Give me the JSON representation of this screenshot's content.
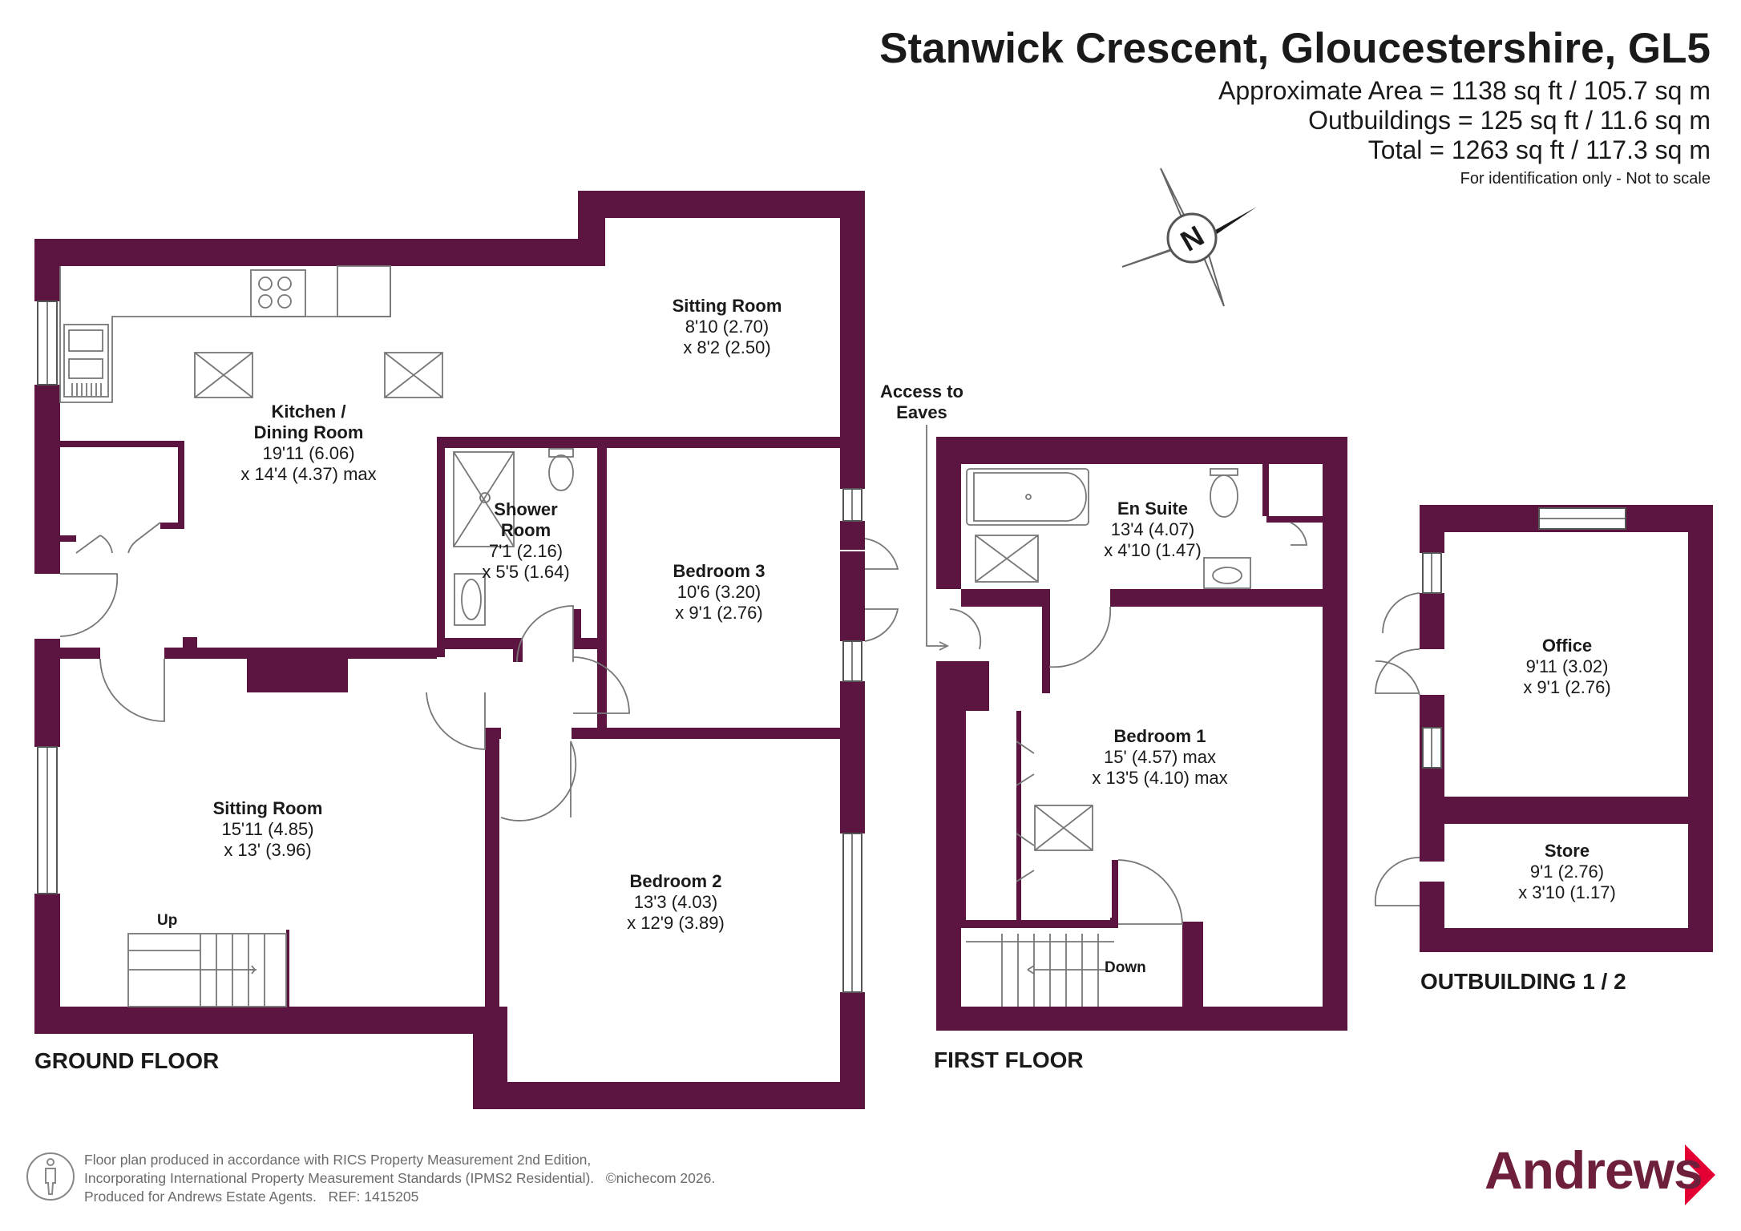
{
  "header": {
    "title": "Stanwick Crescent, Gloucestershire, GL5",
    "approx_area": "Approximate Area = 1138 sq ft / 105.7 sq m",
    "outbuildings": "Outbuildings = 125 sq ft / 11.6 sq m",
    "total": "Total = 1263 sq ft / 117.3 sq m",
    "disclaimer": "For identification only - Not to scale"
  },
  "compass": {
    "label": "N",
    "icon": "north-compass-icon"
  },
  "colors": {
    "wall": "#5c1540",
    "fixture_line": "#666666",
    "brand": "#6e1f3c"
  },
  "ground_floor": {
    "label": "GROUND FLOOR",
    "rooms": [
      {
        "name": "Kitchen /",
        "name2": "Dining Room",
        "dim1": "19'11 (6.06)",
        "dim2": "x 14'4 (4.37) max"
      },
      {
        "name": "Sitting Room",
        "dim1": "8'10 (2.70)",
        "dim2": "x 8'2 (2.50)"
      },
      {
        "name": "Shower",
        "name2": "Room",
        "dim1": "7'1 (2.16)",
        "dim2": "x 5'5 (1.64)"
      },
      {
        "name": "Bedroom 3",
        "dim1": "10'6 (3.20)",
        "dim2": "x 9'1 (2.76)"
      },
      {
        "name": "Sitting Room",
        "dim1": "15'11 (4.85)",
        "dim2": "x 13' (3.96)"
      },
      {
        "name": "Bedroom 2",
        "dim1": "13'3 (4.03)",
        "dim2": "x 12'9 (3.89)"
      }
    ],
    "stairs_label": "Up"
  },
  "first_floor": {
    "label": "FIRST FLOOR",
    "access_label": "Access to",
    "access_label2": "Eaves",
    "rooms": [
      {
        "name": "En Suite",
        "dim1": "13'4 (4.07)",
        "dim2": "x 4'10 (1.47)"
      },
      {
        "name": "Bedroom 1",
        "dim1": "15' (4.57) max",
        "dim2": "x 13'5 (4.10) max"
      }
    ],
    "stairs_label": "Down"
  },
  "outbuilding": {
    "label": "OUTBUILDING 1 / 2",
    "rooms": [
      {
        "name": "Office",
        "dim1": "9'11 (3.02)",
        "dim2": "x 9'1 (2.76)"
      },
      {
        "name": "Store",
        "dim1": "9'1 (2.76)",
        "dim2": "x 3'10 (1.17)"
      }
    ]
  },
  "footer": {
    "line1": "Floor plan produced in accordance with RICS Property Measurement 2nd Edition,",
    "line2": "Incorporating International Property Measurement Standards (IPMS2 Residential).",
    "copyright": "©nichecom 2026.",
    "line3": "Produced for Andrews Estate Agents.",
    "ref": "REF: 1415205",
    "brand": "Andrews",
    "person_icon": "person-scale-icon"
  }
}
